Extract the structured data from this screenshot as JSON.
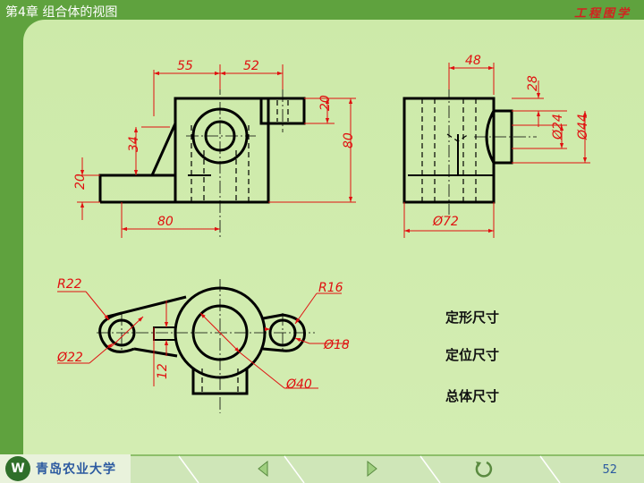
{
  "header": {
    "chapter_title": "第4章  组合体的视图",
    "course_title": "工程图学"
  },
  "dimensions": {
    "front_view": [
      "55",
      "52",
      "20",
      "34",
      "80",
      "20",
      "80"
    ],
    "side_view": [
      "48",
      "28",
      "Ø24",
      "Ø44",
      "Ø72"
    ],
    "top_view": [
      "R22",
      "R16",
      "Ø18",
      "Ø22",
      "12",
      "Ø40"
    ]
  },
  "legend": {
    "shape_dims": "定形尺寸",
    "position_dims": "定位尺寸",
    "overall_dims": "总体尺寸"
  },
  "footer": {
    "logo_text": "青岛农业大学",
    "page_number": "52"
  },
  "colors": {
    "dimension": "#e01010",
    "outline": "#000000",
    "panel": "#cdeaa9",
    "frame": "#5fa23e"
  },
  "icons": [
    "prev-arrow-icon",
    "next-arrow-icon",
    "return-icon"
  ]
}
